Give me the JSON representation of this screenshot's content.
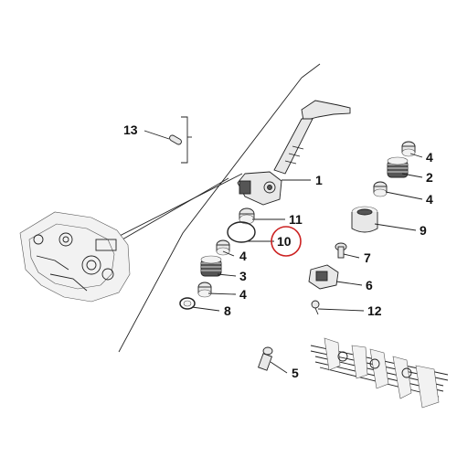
{
  "diagram": {
    "highlight_color": "#cc2222",
    "line_color": "#222222",
    "highlighted_label": "10",
    "labels": {
      "l1": "1",
      "l2": "2",
      "l3": "3",
      "l4a": "4",
      "l4b": "4",
      "l4c": "4",
      "l4d": "4",
      "l5": "5",
      "l6": "6",
      "l7": "7",
      "l8": "8",
      "l9": "9",
      "l10": "10",
      "l11": "11",
      "l12": "12",
      "l13": "13"
    }
  }
}
